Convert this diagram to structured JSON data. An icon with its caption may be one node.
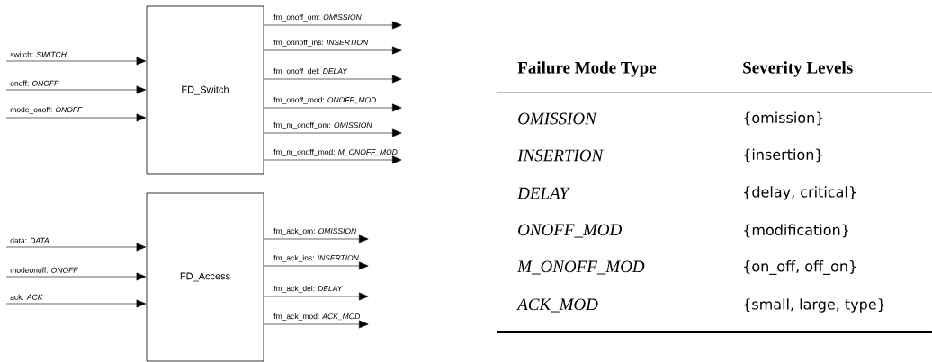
{
  "diagram": {
    "nodes": [
      {
        "text": [
          "FD_Switch"
        ]
      },
      {
        "text": [
          "FD_Access"
        ]
      }
    ],
    "edges": [
      {
        "from": null,
        "to": 0,
        "arrow": "to",
        "label": "switch: *SWITCH*"
      },
      {
        "from": null,
        "to": 0,
        "arrow": "to",
        "label": "onoff: *ONOFF*"
      },
      {
        "from": null,
        "to": 0,
        "arrow": "to",
        "label": "mode_onoff: *ONOFF*"
      },
      {
        "from": 0,
        "to": null,
        "arrow": "to",
        "label": "fm_onoff_om: *OMISSION*"
      },
      {
        "from": 0,
        "to": null,
        "arrow": "to",
        "label": "fm_onnoff_ins: *INSERTION*"
      },
      {
        "from": 0,
        "to": null,
        "arrow": "to",
        "label": "fm_onoff_del: *DELAY*"
      },
      {
        "from": 0,
        "to": null,
        "arrow": "to",
        "label": "fm_onoff_mod: *ONOFF_MOD*"
      },
      {
        "from": 0,
        "to": null,
        "arrow": "to",
        "label": "fm_m_onoff_om: *OMISSION*"
      },
      {
        "from": 0,
        "to": null,
        "arrow": "to",
        "label": "fm_m_onoff_mod: *M_ONOFF_MOD*"
      },
      {
        "from": null,
        "to": 1,
        "arrow": "to",
        "label": "data: *DATA*"
      },
      {
        "from": null,
        "to": 1,
        "arrow": "to",
        "label": "modeonoff: *ONOFF*"
      },
      {
        "from": null,
        "to": 1,
        "arrow": "to",
        "label": "ack: *ACK*"
      },
      {
        "from": 1,
        "to": null,
        "arrow": "to",
        "label": "fm_ack_om: *OMISSION*"
      },
      {
        "from": 1,
        "to": null,
        "arrow": "to",
        "label": "fm_ack_ins: *INSERTION*"
      },
      {
        "from": 1,
        "to": null,
        "arrow": "to",
        "label": "fm_ack_del: *DELAY*"
      },
      {
        "from": 1,
        "to": null,
        "arrow": "to",
        "label": "fm_ack_mod: *ACK_MOD*"
      }
    ],
    "labels": [
      "Failure Mode Type",
      "Severity Levels",
      "OMISSION",
      "{omission}",
      "INSERTION",
      "{insertion}",
      "DELAY",
      "{delay, critical}",
      "ONOFF_MOD",
      "{modification}",
      "M_ONOFF_MOD",
      "{on_off, off_on}",
      "ACK_MOD",
      "{small, large, type}"
    ]
  }
}
